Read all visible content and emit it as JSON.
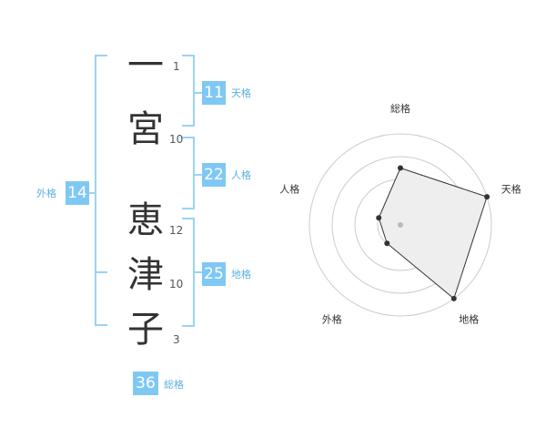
{
  "name": {
    "characters": [
      {
        "char": "一",
        "strokes": "1"
      },
      {
        "char": "宮",
        "strokes": "10"
      },
      {
        "char": "恵",
        "strokes": "12"
      },
      {
        "char": "津",
        "strokes": "10"
      },
      {
        "char": "子",
        "strokes": "3"
      }
    ]
  },
  "fortunes": {
    "tenkaku": {
      "label": "天格",
      "value": "11"
    },
    "jinkaku": {
      "label": "人格",
      "value": "22"
    },
    "chikaku": {
      "label": "地格",
      "value": "25"
    },
    "gaikaku": {
      "label": "外格",
      "value": "14"
    },
    "soukaku": {
      "label": "総格",
      "value": "36"
    }
  },
  "radar": {
    "axes": [
      "総格",
      "天格",
      "地格",
      "外格",
      "人格"
    ],
    "levels": 4,
    "max": 4,
    "values": [
      2.5,
      4,
      4,
      1,
      1
    ],
    "colors": {
      "fill": "#eeeeee",
      "stroke": "#333333",
      "grid": "#cccccc",
      "point": "#333333",
      "center": "#bbbbbb"
    }
  }
}
